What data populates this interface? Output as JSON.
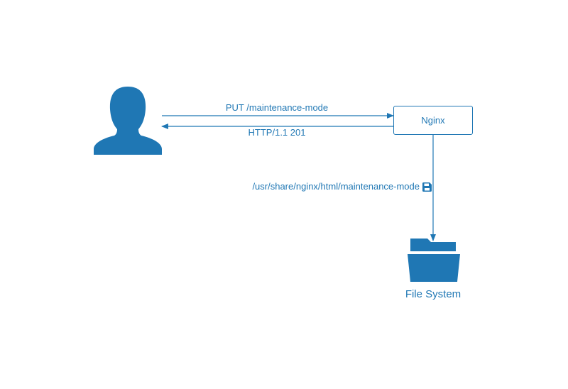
{
  "colors": {
    "accent": "#1f77b4",
    "background": "#ffffff"
  },
  "nodes": {
    "user": {
      "icon": "user-icon"
    },
    "nginx": {
      "label": "Nginx"
    },
    "file_system": {
      "icon": "folder-icon",
      "label": "File System"
    }
  },
  "edges": {
    "request": {
      "label": "PUT /maintenance-mode"
    },
    "response": {
      "label": "HTTP/1.1 201"
    },
    "write": {
      "label": "/usr/share/nginx/html/maintenance-mode",
      "icon": "save-icon"
    }
  }
}
